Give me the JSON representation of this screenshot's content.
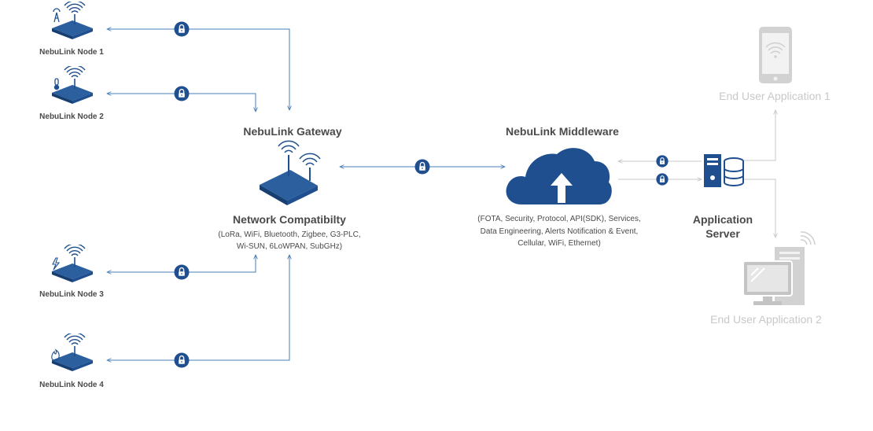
{
  "colors": {
    "primary": "#1f4f8f",
    "line": "#4a7fb8",
    "muted": "#c8c8c8",
    "text": "#4a4a4a"
  },
  "nodes": [
    {
      "label": "NebuLink Node 1",
      "sensor": "antenna-sensor-icon"
    },
    {
      "label": "NebuLink Node 2",
      "sensor": "thermometer-sensor-icon"
    },
    {
      "label": "NebuLink Node 3",
      "sensor": "lightning-sensor-icon"
    },
    {
      "label": "NebuLink Node 4",
      "sensor": "flame-sensor-icon"
    }
  ],
  "gateway": {
    "title": "NebuLink Gateway",
    "compat_title": "Network Compatibilty",
    "compat_lines": [
      "(LoRa, WiFi, Bluetooth, Zigbee, G3-PLC,",
      "Wi-SUN, 6LoWPAN, SubGHz)"
    ]
  },
  "middleware": {
    "title": "NebuLink Middleware",
    "lines": [
      "(FOTA, Security, Protocol, API(SDK), Services,",
      "Data Engineering, Alerts Notification & Event,",
      "Cellular, WiFi, Ethernet)"
    ]
  },
  "server": {
    "lines": [
      "Application",
      "Server"
    ]
  },
  "end_apps": {
    "app1": "End User Application 1",
    "app2": "End User Application 2"
  }
}
